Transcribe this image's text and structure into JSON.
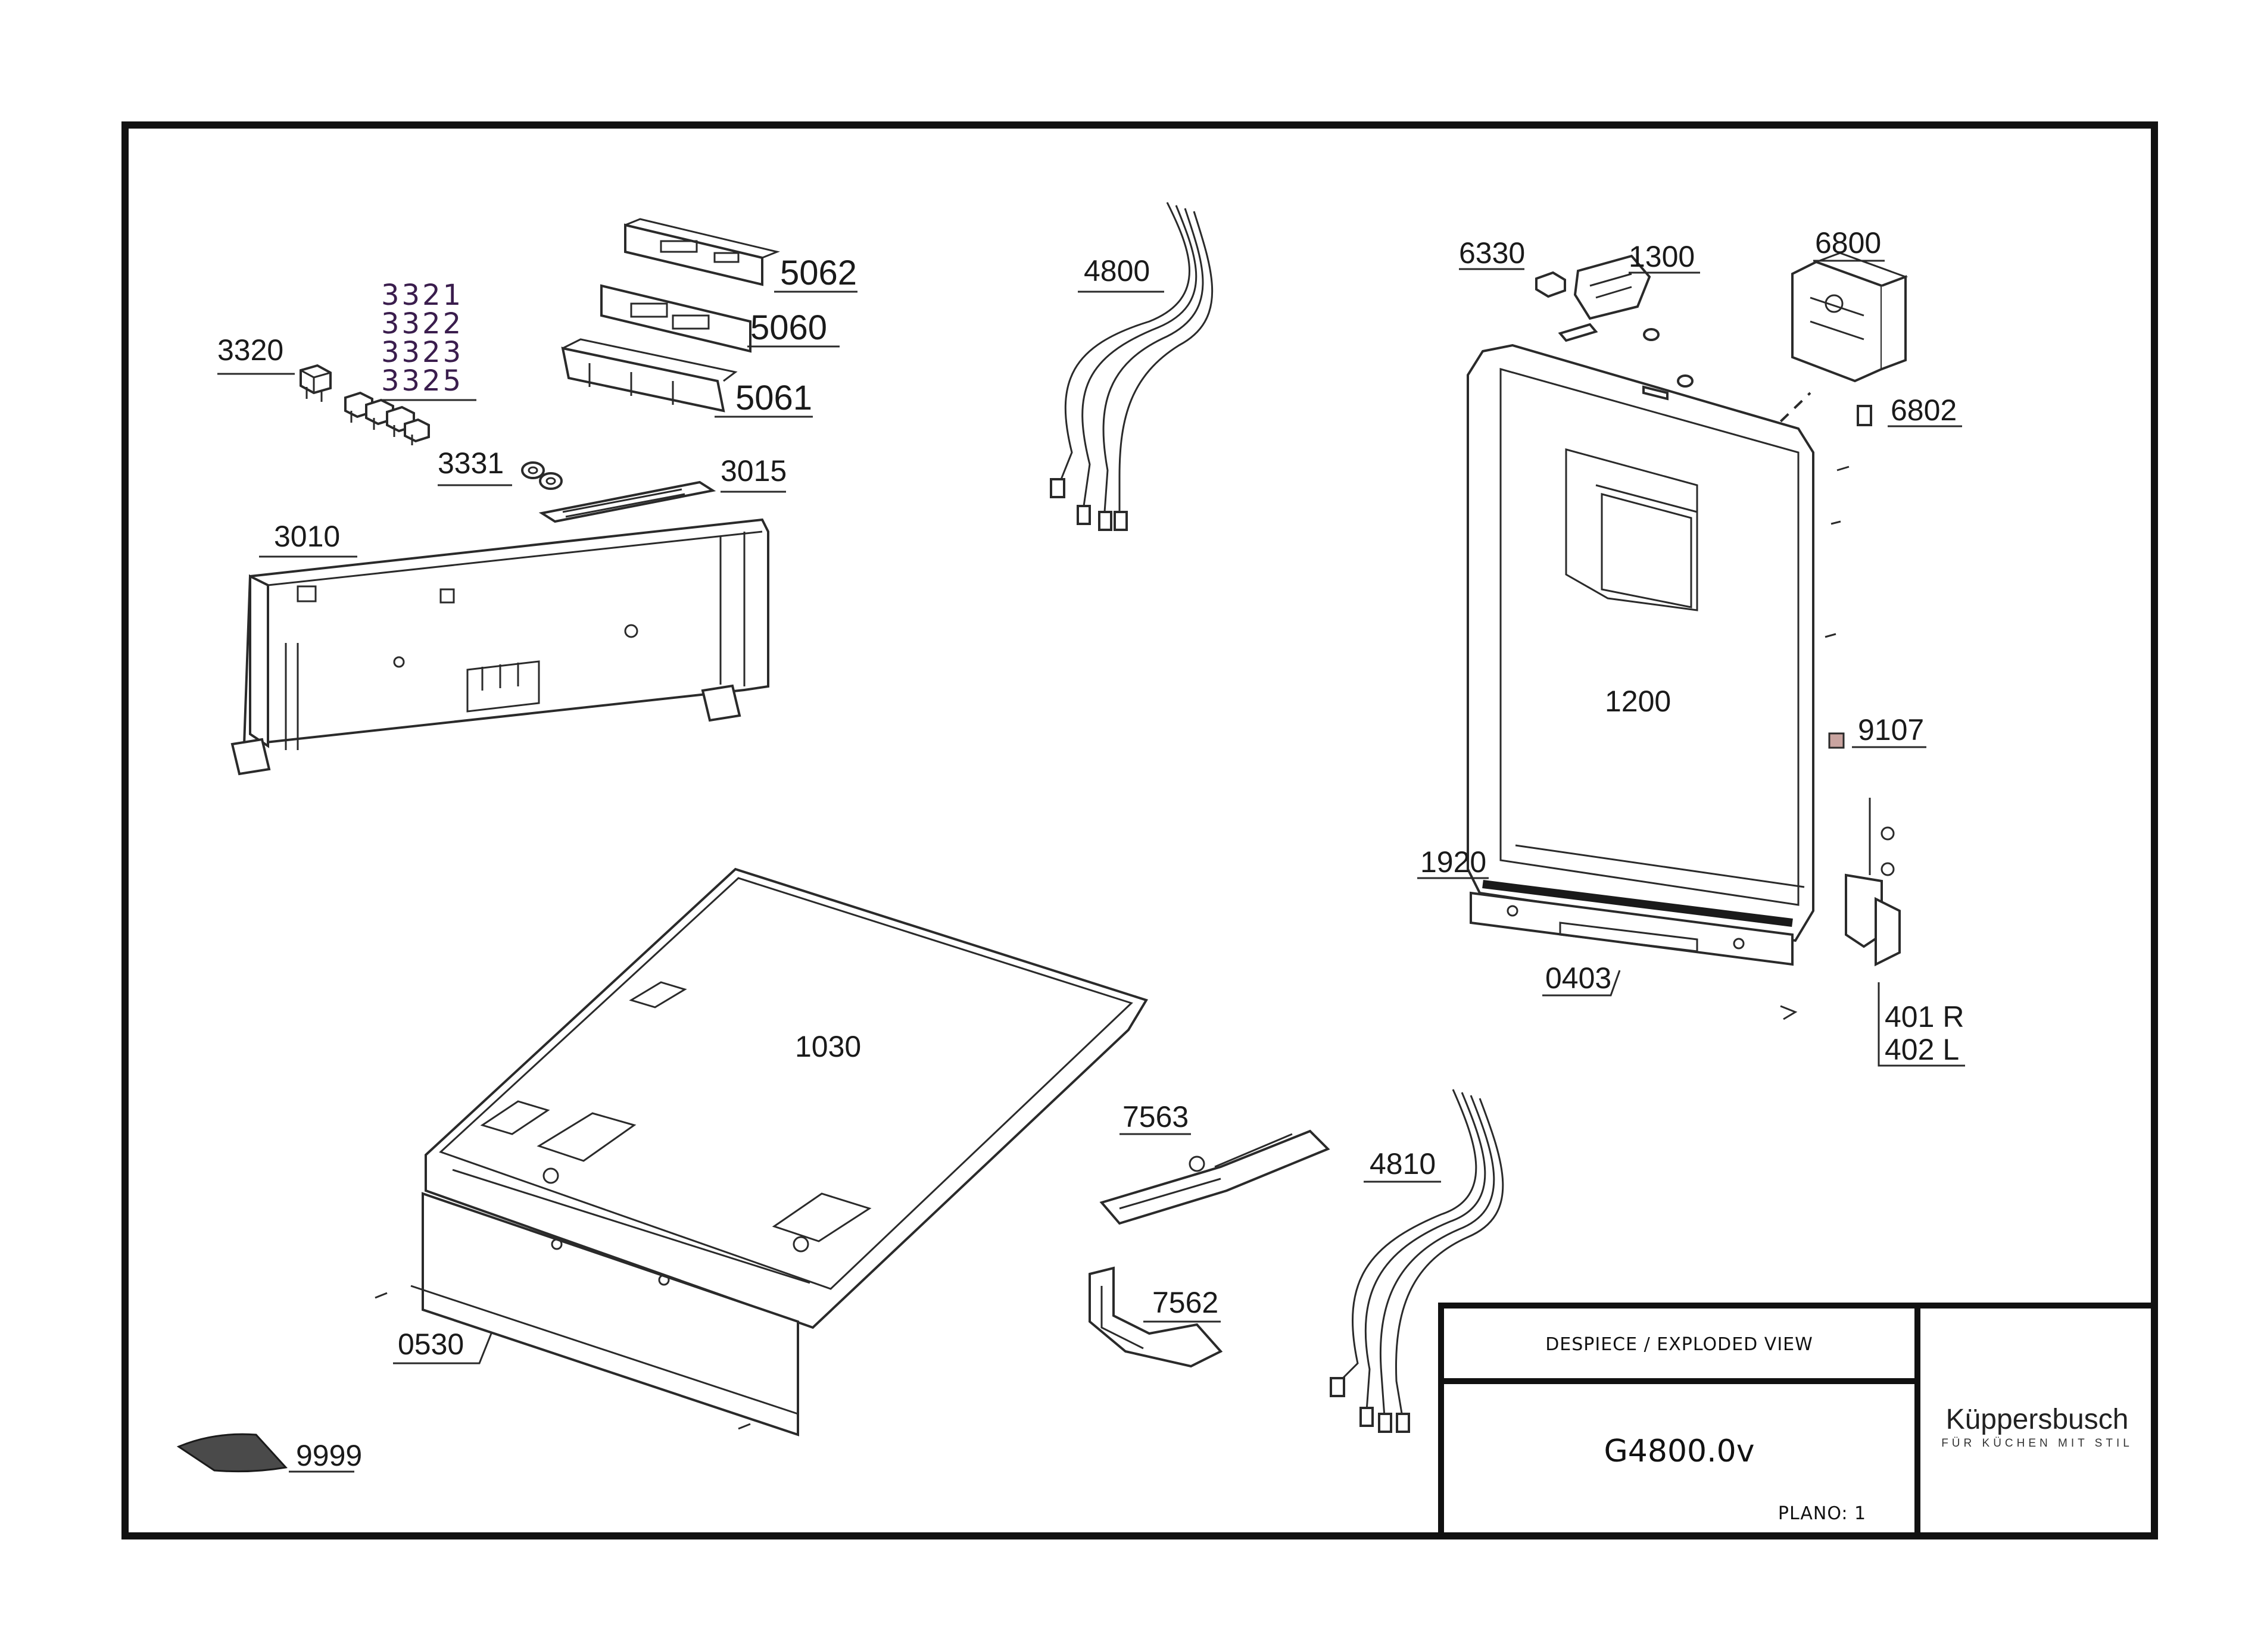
{
  "title_block": {
    "view_title": "DESPIECE / EXPLODED VIEW",
    "model": "G4800.0v",
    "plan": "PLANO: 1",
    "brand_name": "Küppersbusch",
    "brand_tagline": "FÜR KÜCHEN MIT STIL"
  },
  "part_labels": {
    "p3320": "3320",
    "p3321": "3321",
    "p3322": "3322",
    "p3323": "3323",
    "p3325": "3325",
    "p3331": "3331",
    "p3015": "3015",
    "p3010": "3010",
    "p5062": "5062",
    "p5060": "5060",
    "p5061": "5061",
    "p4800": "4800",
    "p6330": "6330",
    "p1300": "1300",
    "p6800": "6800",
    "p6802": "6802",
    "p1200": "1200",
    "p9107": "9107",
    "p1920": "1920",
    "p0403": "0403",
    "p401r": "401 R",
    "p402l": "402 L",
    "p1030": "1030",
    "p7563": "7563",
    "p7562": "7562",
    "p4810": "4810",
    "p0530": "0530",
    "p9999": "9999"
  },
  "colors": {
    "frame": "#111111",
    "line": "#2a2a2a",
    "purple_labels": "#3a1d4d"
  }
}
